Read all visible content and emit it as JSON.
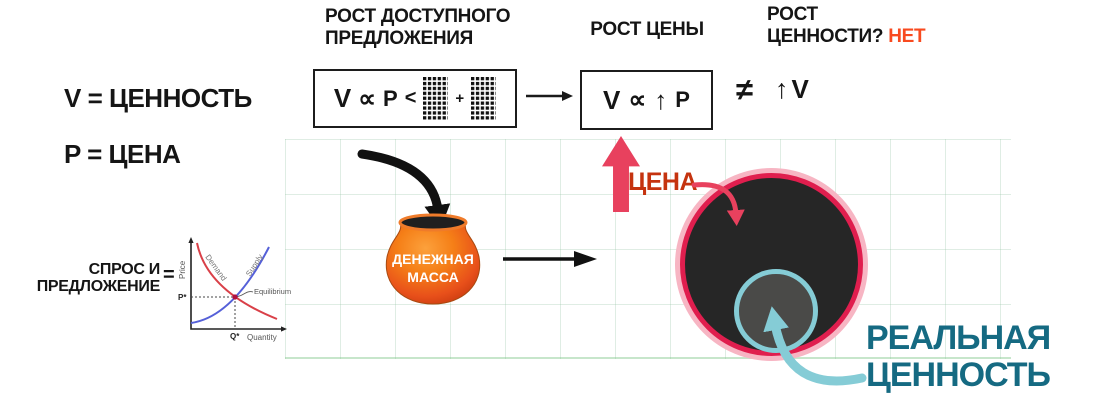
{
  "definitions": {
    "value": "V = ЦЕННОСТЬ",
    "price": "P = ЦЕНА"
  },
  "supply_demand": {
    "label_line1": "СПРОС И",
    "label_line2": "ПРЕДЛОЖЕНИЕ",
    "equals_sign": "=",
    "chart": {
      "ylabel": "Price",
      "xlabel": "Quantity",
      "demand_label": "Demand",
      "supply_label": "Supply",
      "equilibrium_label": "Equilibrium",
      "p_star": "P*",
      "q_star": "Q*"
    }
  },
  "flow": {
    "step1": {
      "title_line1": "РОСТ ДОСТУПНОГО",
      "title_line2": "ПРЕДЛОЖЕНИЯ",
      "formula": {
        "v": "V",
        "proportional": "∝",
        "p": "P",
        "less_than": "<",
        "plus": "+"
      }
    },
    "step2": {
      "title": "РОСТ ЦЕНЫ",
      "formula": {
        "v": "V",
        "proportional": "∝",
        "up_arrow": "↑",
        "p": "P"
      }
    },
    "step3": {
      "title_line1": "РОСТ",
      "title_line2": "ЦЕННОСТИ?",
      "answer": "НЕТ",
      "not_equal": "≠",
      "up_arrow": "↑",
      "v": "V"
    }
  },
  "money_supply": {
    "line1": "ДЕНЕЖНАЯ",
    "line2": "МАССА"
  },
  "annotations": {
    "price": "ЦЕНА",
    "real_value_line1": "РЕАЛЬНАЯ",
    "real_value_line2": "ЦЕННОСТЬ"
  },
  "colors": {
    "pink_arrow": "#e8415e",
    "circle_ring": "#e01e4e",
    "teal": "#85ccd6",
    "teal_text": "#156a82",
    "price_label": "#c5330f",
    "no_answer": "#f84a1f",
    "pot_orange": "#f57f17"
  }
}
